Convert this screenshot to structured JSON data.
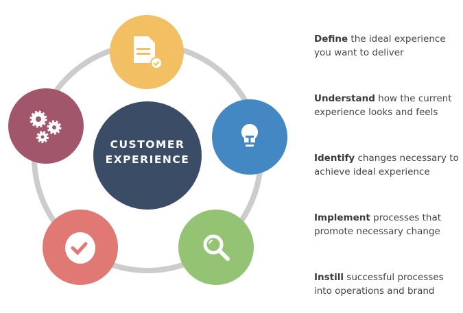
{
  "center": {
    "line1": "CUSTOMER",
    "line2": "EXPERIENCE"
  },
  "nodes": [
    {
      "icon": "document-check-icon",
      "color": "#f2bf62"
    },
    {
      "icon": "lightbulb-icon",
      "color": "#4387c3"
    },
    {
      "icon": "magnifier-icon",
      "color": "#94c473"
    },
    {
      "icon": "checkmark-icon",
      "color": "#e07873"
    },
    {
      "icon": "gears-icon",
      "color": "#a2566b"
    }
  ],
  "colors": {
    "center": "#3b4d66",
    "ring": "#cccccc"
  },
  "steps": [
    {
      "keyword": "Define",
      "rest": " the ideal experience",
      "line2": "you want to deliver"
    },
    {
      "keyword": "Understand",
      "rest": " how the current",
      "line2": "experience looks and feels"
    },
    {
      "keyword": "Identify",
      "rest": " changes necessary to",
      "line2": "achieve ideal experience"
    },
    {
      "keyword": "Implement",
      "rest": " processes that",
      "line2": "promote necessary change"
    },
    {
      "keyword": "Instill",
      "rest": " successful processes",
      "line2": "into operations and brand"
    }
  ]
}
